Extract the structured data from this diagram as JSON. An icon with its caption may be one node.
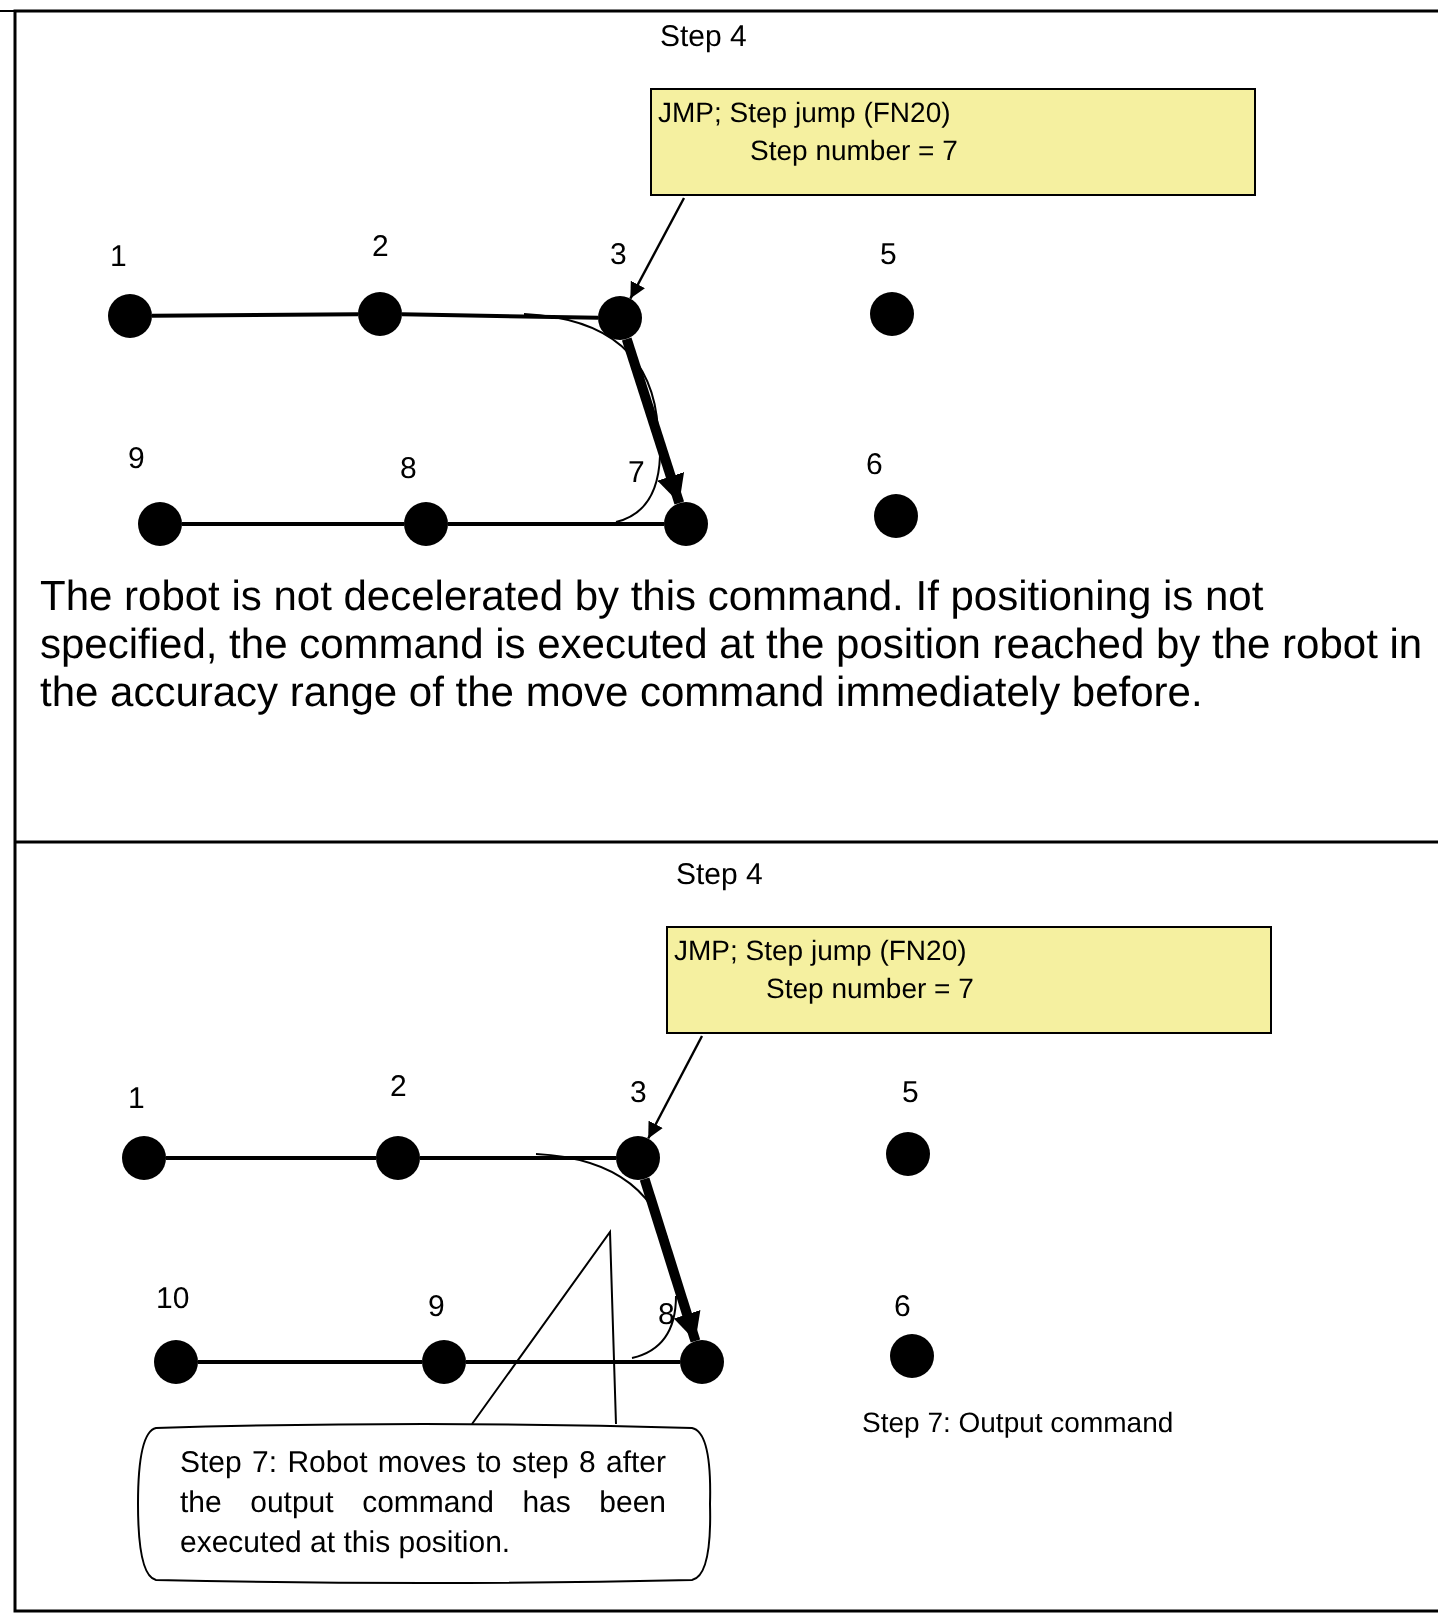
{
  "diagram": {
    "nodes": [
      {
        "text": [
          "JMP; Step jump (FN20)",
          "Step number = 7"
        ]
      },
      {
        "text": [],
        "shape": "circle",
        "beside": [
          "1"
        ]
      },
      {
        "text": [],
        "shape": "circle",
        "beside": [
          "2"
        ]
      },
      {
        "text": [],
        "shape": "circle",
        "beside": [
          "3"
        ]
      },
      {
        "text": [],
        "shape": "circle",
        "beside": [
          "5"
        ]
      },
      {
        "text": [],
        "shape": "circle",
        "beside": [
          "9"
        ]
      },
      {
        "text": [],
        "shape": "circle",
        "beside": [
          "8"
        ]
      },
      {
        "text": [],
        "shape": "circle",
        "beside": [
          "7"
        ]
      },
      {
        "text": [],
        "shape": "circle",
        "beside": [
          "6"
        ]
      },
      {
        "text": [
          "JMP; Step jump (FN20)",
          "Step number = 7"
        ]
      },
      {
        "text": [],
        "shape": "circle",
        "beside": [
          "1"
        ]
      },
      {
        "text": [],
        "shape": "circle",
        "beside": [
          "2"
        ]
      },
      {
        "text": [],
        "shape": "circle",
        "beside": [
          "3"
        ]
      },
      {
        "text": [],
        "shape": "circle",
        "beside": [
          "5"
        ]
      },
      {
        "text": [],
        "shape": "circle",
        "beside": [
          "10"
        ]
      },
      {
        "text": [],
        "shape": "circle",
        "beside": [
          "9"
        ]
      },
      {
        "text": [],
        "shape": "circle",
        "beside": [
          "8"
        ]
      },
      {
        "text": [],
        "shape": "circle",
        "beside": [
          "6"
        ]
      },
      {
        "text": [
          "Step 7: Robot moves to step 8 after the output command has been executed at this position."
        ]
      }
    ],
    "edges": [
      {
        "from": 0,
        "to": 3,
        "arrow": "to"
      },
      {
        "from": 1,
        "to": 2,
        "arrow": "none"
      },
      {
        "from": 2,
        "to": 3,
        "arrow": "none"
      },
      {
        "from": 3,
        "to": 7,
        "arrow": "to",
        "style": "thick"
      },
      {
        "from": 5,
        "to": 6,
        "arrow": "none"
      },
      {
        "from": 6,
        "to": 7,
        "arrow": "none"
      },
      {
        "from": 9,
        "to": 12,
        "arrow": "to"
      },
      {
        "from": 10,
        "to": 11,
        "arrow": "none"
      },
      {
        "from": 11,
        "to": 12,
        "arrow": "none"
      },
      {
        "from": 12,
        "to": 16,
        "arrow": "to",
        "style": "thick"
      },
      {
        "from": 14,
        "to": 15,
        "arrow": "none"
      },
      {
        "from": 15,
        "to": 16,
        "arrow": "none"
      }
    ],
    "labels": [
      "Step 4",
      "The robot is not decelerated by this command. If positioning is not specified, the command is executed at the position reached by the robot in the accuracy range of the move command immediately before.",
      "Step 4",
      "Step 7: Output command"
    ]
  }
}
